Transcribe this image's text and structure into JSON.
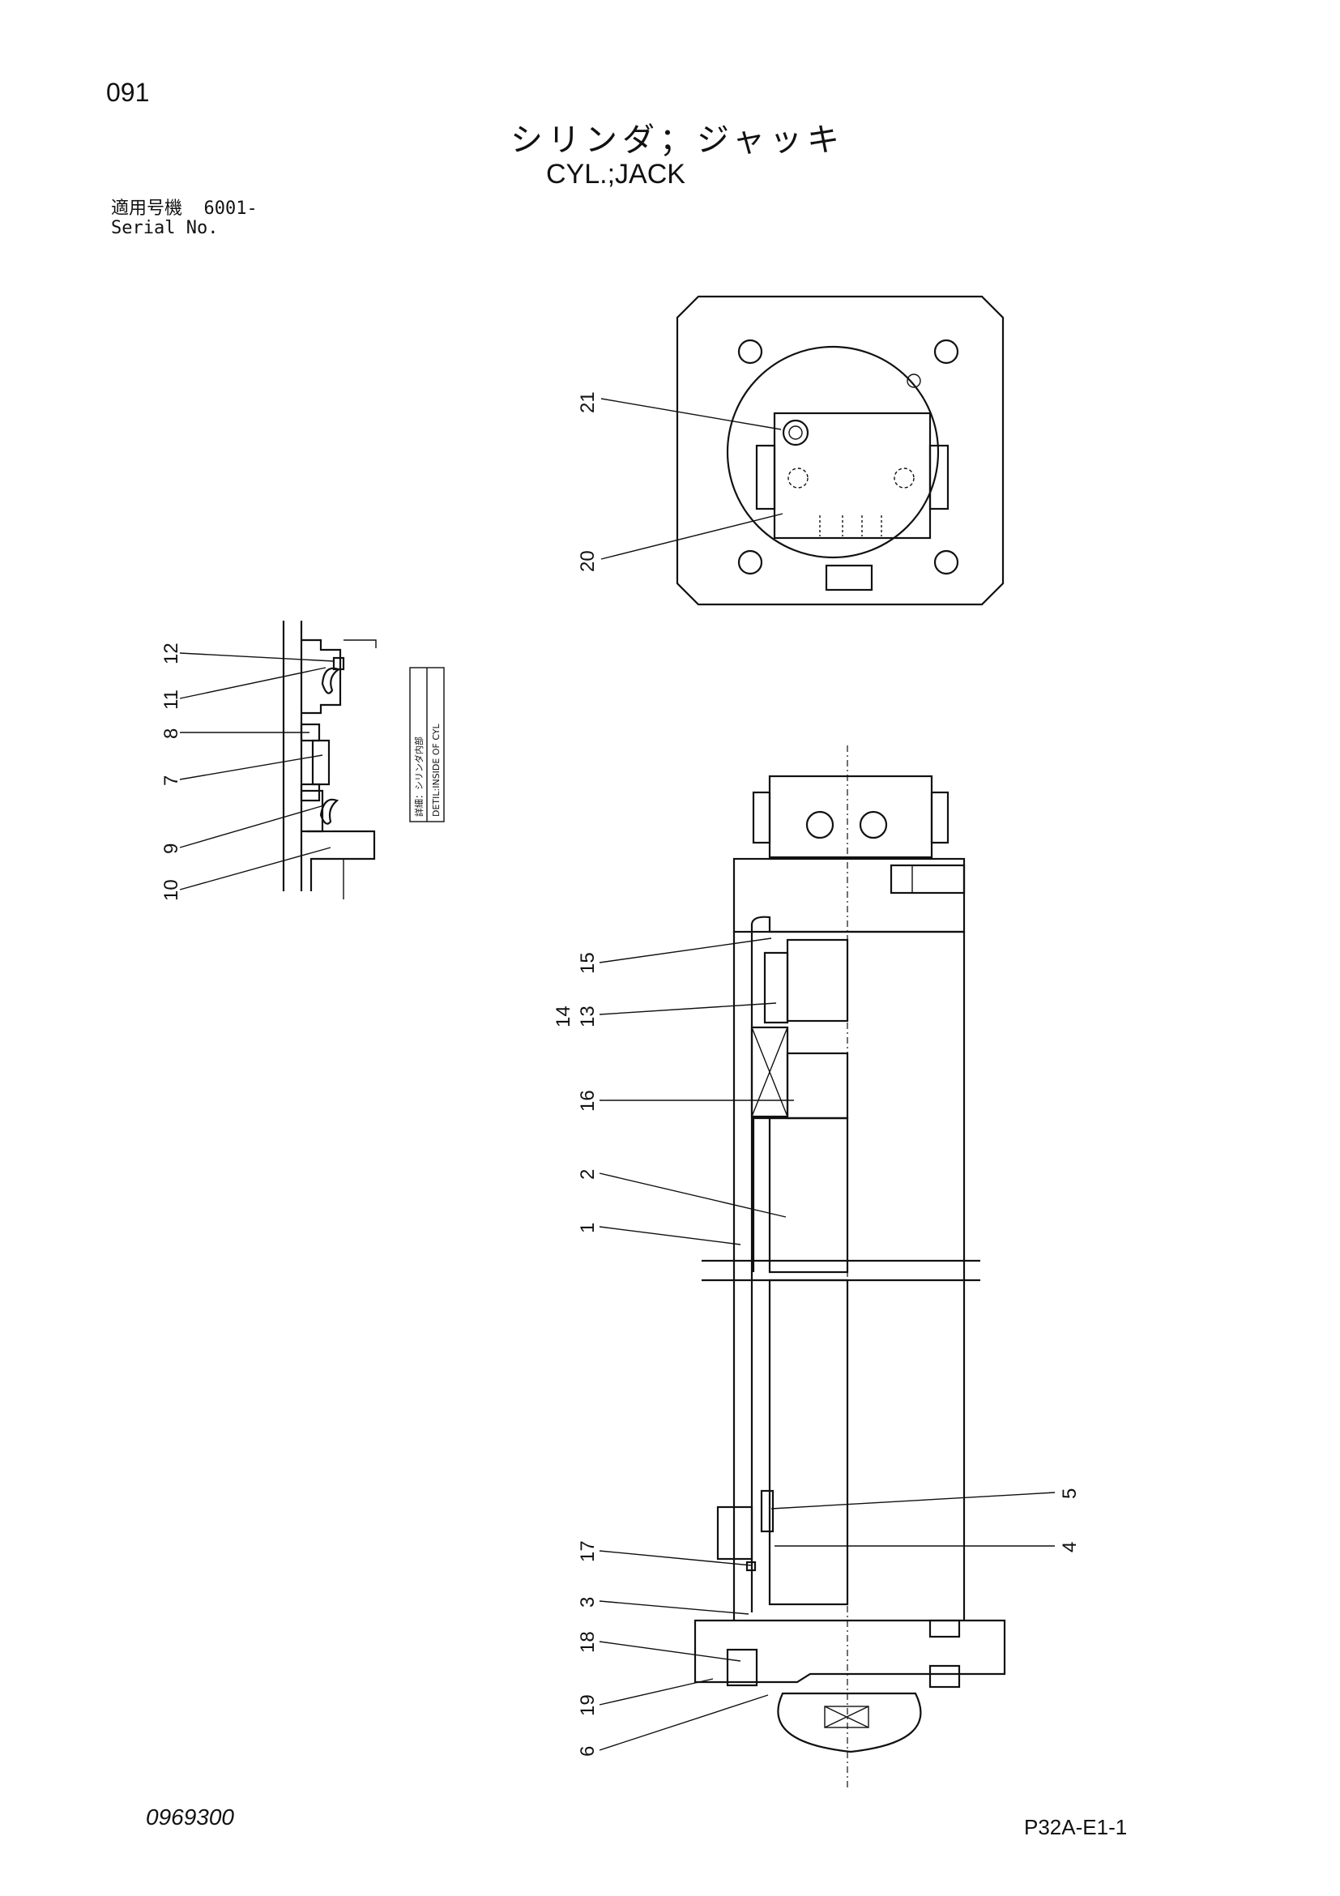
{
  "header": {
    "page_number": "091",
    "title_jp": "シリンダ；ジャッキ",
    "title_en": "CYL.;JACK",
    "serial_label_jp": "適用号機",
    "serial_value": "6001-",
    "serial_label_en": "Serial No."
  },
  "detail_box": {
    "label_jp": "詳細：シリンダ内部",
    "label_en": "DETIL:INSIDE OF CYL"
  },
  "callouts": {
    "top_view": [
      "21",
      "20"
    ],
    "detail_view": [
      "12",
      "11",
      "8",
      "7",
      "9",
      "10"
    ],
    "main_view": [
      "15",
      "14",
      "13",
      "16",
      "2",
      "1",
      "5",
      "4",
      "17",
      "3",
      "18",
      "19",
      "6"
    ]
  },
  "footer": {
    "document_number": "0969300",
    "sheet_id": "P32A-E1-1"
  }
}
